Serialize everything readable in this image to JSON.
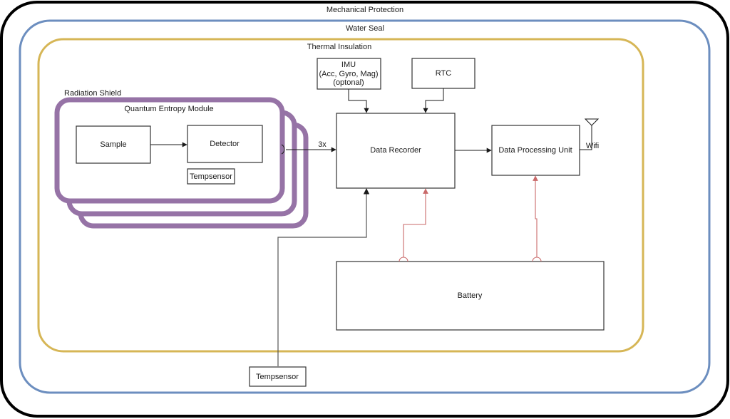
{
  "layers": {
    "mechanical": {
      "label": "Mechanical Protection",
      "color": "#000000"
    },
    "water": {
      "label": "Water Seal",
      "color": "#6c8ebf"
    },
    "thermal": {
      "label": "Thermal Insulation",
      "color": "#d6b656"
    },
    "radiation": {
      "label": "Radiation Shield",
      "color": "#9673a6"
    }
  },
  "module": {
    "title": "Quantum Entropy Module",
    "sample": "Sample",
    "detector": "Detector",
    "tempsensor": "Tempsensor",
    "multiplicity": "3x"
  },
  "blocks": {
    "imu": [
      "IMU",
      "(Acc, Gyro, Mag)",
      "(optonal)"
    ],
    "rtc": "RTC",
    "data_recorder": "Data Recorder",
    "dpu": "Data Processing Unit",
    "wifi": "Wifi",
    "battery": "Battery",
    "external_tempsensor": "Tempsensor"
  },
  "colors": {
    "power_line": "#c96a6a",
    "signal_line": "#1a1a1a"
  }
}
